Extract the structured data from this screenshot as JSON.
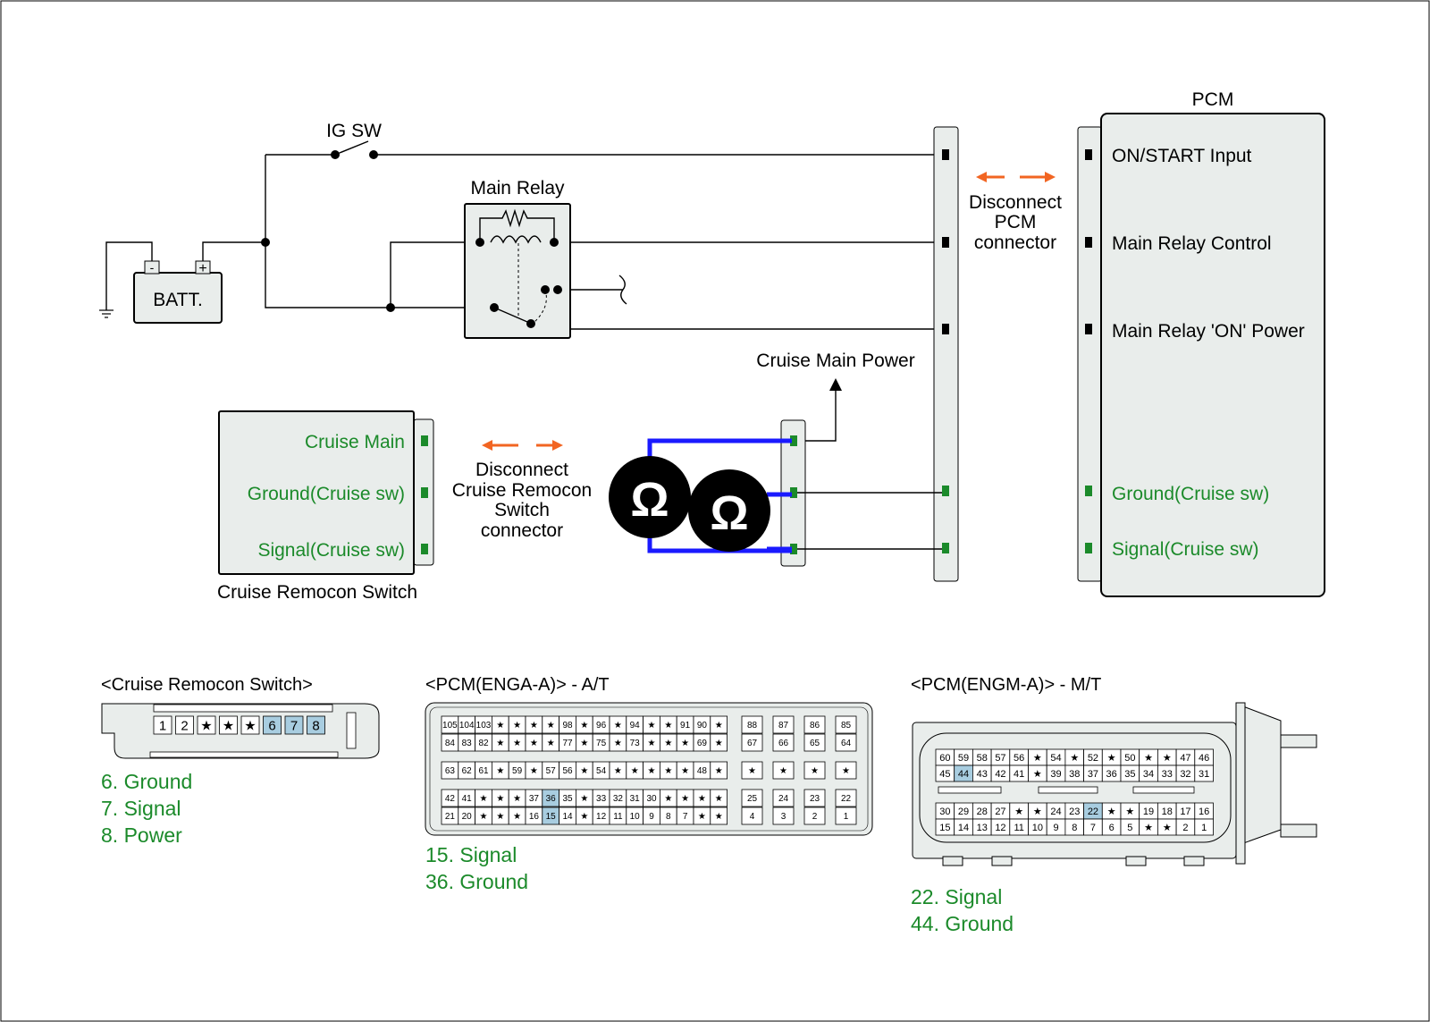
{
  "ig_switch": "IG SW",
  "battery": {
    "label": "BATT.",
    "minus": "-",
    "plus": "+"
  },
  "main_relay": "Main Relay",
  "pcm": {
    "title": "PCM",
    "pins": [
      "ON/START Input",
      "Main Relay Control",
      "Main Relay 'ON' Power",
      "Ground(Cruise sw)",
      "Signal(Cruise sw)"
    ]
  },
  "disconnect_pcm": [
    "Disconnect",
    "PCM",
    "connector"
  ],
  "cruise_main_power": "Cruise Main Power",
  "remocon": {
    "title": "Cruise Remocon Switch",
    "pins": [
      "Cruise Main",
      "Ground(Cruise sw)",
      "Signal(Cruise sw)"
    ]
  },
  "disconnect_remocon": [
    "Disconnect",
    "Cruise Remocon",
    "Switch",
    "connector"
  ],
  "ohm_symbol": "Ω",
  "colors": {
    "accent_orange": "#f26522",
    "probe_blue": "#1a1aff",
    "label_green": "#1b8a2a",
    "highlight_pin": "#a8cde0"
  },
  "connectors": {
    "remocon": {
      "header": "<Cruise Remocon Switch>",
      "pins": [
        "1",
        "2",
        "★",
        "★",
        "★",
        "6",
        "7",
        "8"
      ],
      "legend": [
        "6. Ground",
        "7. Signal",
        "8. Power"
      ]
    },
    "enga": {
      "header": "<PCM(ENGA-A)> - A/T",
      "rows": [
        [
          "105",
          "104",
          "103",
          "★",
          "★",
          "★",
          "★",
          "98",
          "★",
          "96",
          "★",
          "94",
          "★",
          "★",
          "91",
          "90",
          "★"
        ],
        [
          "84",
          "83",
          "82",
          "★",
          "★",
          "★",
          "★",
          "77",
          "★",
          "75",
          "★",
          "73",
          "★",
          "★",
          "★",
          "69",
          "★"
        ],
        [
          "63",
          "62",
          "61",
          "★",
          "59",
          "★",
          "57",
          "56",
          "★",
          "54",
          "★",
          "★",
          "★",
          "★",
          "★",
          "48",
          "★"
        ],
        [
          "42",
          "41",
          "★",
          "★",
          "★",
          "37",
          "36",
          "35",
          "★",
          "33",
          "32",
          "31",
          "30",
          "★",
          "★",
          "★",
          "★"
        ],
        [
          "21",
          "20",
          "★",
          "★",
          "★",
          "16",
          "15",
          "14",
          "★",
          "12",
          "11",
          "10",
          "9",
          "8",
          "7",
          "★",
          "★"
        ]
      ],
      "side_rows": [
        [
          "88",
          "87",
          "86",
          "85"
        ],
        [
          "67",
          "66",
          "65",
          "64"
        ],
        [
          "★",
          "★",
          "★",
          "★"
        ],
        [
          "25",
          "24",
          "23",
          "22"
        ],
        [
          "4",
          "3",
          "2",
          "1"
        ]
      ],
      "legend": [
        "15. Signal",
        "36. Ground"
      ]
    },
    "engm": {
      "header": "<PCM(ENGM-A)> - M/T",
      "rows": [
        [
          "60",
          "59",
          "58",
          "57",
          "56",
          "★",
          "54",
          "★",
          "52",
          "★",
          "50",
          "★",
          "★",
          "47",
          "46"
        ],
        [
          "45",
          "44",
          "43",
          "42",
          "41",
          "★",
          "39",
          "38",
          "37",
          "36",
          "35",
          "34",
          "33",
          "32",
          "31"
        ],
        [
          "30",
          "29",
          "28",
          "27",
          "★",
          "★",
          "24",
          "23",
          "22",
          "★",
          "★",
          "19",
          "18",
          "17",
          "16"
        ],
        [
          "15",
          "14",
          "13",
          "12",
          "11",
          "10",
          "9",
          "8",
          "7",
          "6",
          "5",
          "★",
          "★",
          "2",
          "1"
        ]
      ],
      "legend": [
        "22. Signal",
        "44. Ground"
      ]
    }
  }
}
